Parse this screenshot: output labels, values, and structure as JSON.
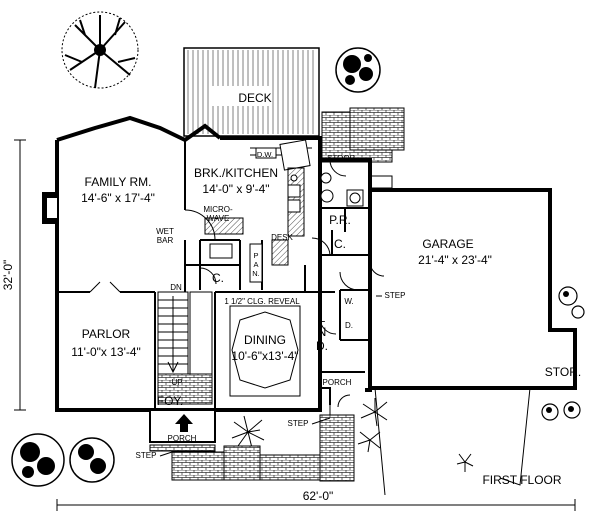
{
  "rooms": {
    "deck": "DECK",
    "family_name": "FAMILY RM.",
    "family_dim": "14'-6\" x 17'-4\"",
    "kitchen_name": "BRK./KITCHEN",
    "kitchen_dim": "14'-0\" x 9'-4\"",
    "garage_name": "GARAGE",
    "garage_dim": "21'-4\" x 23'-4\"",
    "parlor_name": "PARLOR",
    "parlor_dim": "11'-0\"x 13'-4\"",
    "dining_name": "DINING",
    "dining_dim": "10'-6\"x13'-4\"",
    "stor": "STOR.",
    "foyer": "FOY.",
    "porch_front": "PORCH",
    "porch_side": "PORCH",
    "stoop": "STOOP",
    "pr": "P.R.",
    "lnd_l": "L",
    "lnd_n": "N",
    "lnd_d": "D."
  },
  "labels": {
    "dw": "D.W.",
    "microwave_1": "MICRO-",
    "microwave_2": "WAVE",
    "wet_bar_1": "WET",
    "wet_bar_2": "BAR",
    "desk": "DESK",
    "pan_1": "P",
    "pan_2": "A",
    "pan_3": "N.",
    "closet_1": "C.",
    "closet_2": "C.",
    "clg_reveal": "1 1/2\" CLG. REVEAL",
    "dn": "DN",
    "up": "UP",
    "w": "W.",
    "d": "D.",
    "step_garage": "STEP",
    "step_porch": "STEP",
    "step_front": "STEP",
    "first_floor": "FIRST FLOOR"
  },
  "dimensions": {
    "depth": "32'-0\"",
    "width": "62'-0\""
  }
}
